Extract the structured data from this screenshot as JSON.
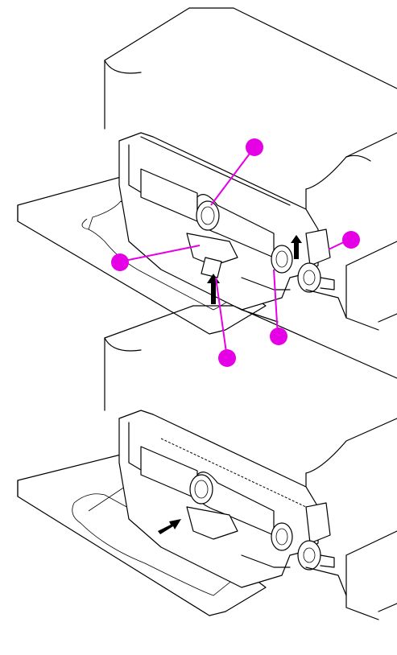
{
  "colors": {
    "callout": "#e600e6",
    "line": "#000000",
    "background": "#ffffff"
  },
  "callouts": [
    {
      "id": "top-center"
    },
    {
      "id": "right"
    },
    {
      "id": "left"
    },
    {
      "id": "bottom-right"
    },
    {
      "id": "bottom-center"
    }
  ]
}
